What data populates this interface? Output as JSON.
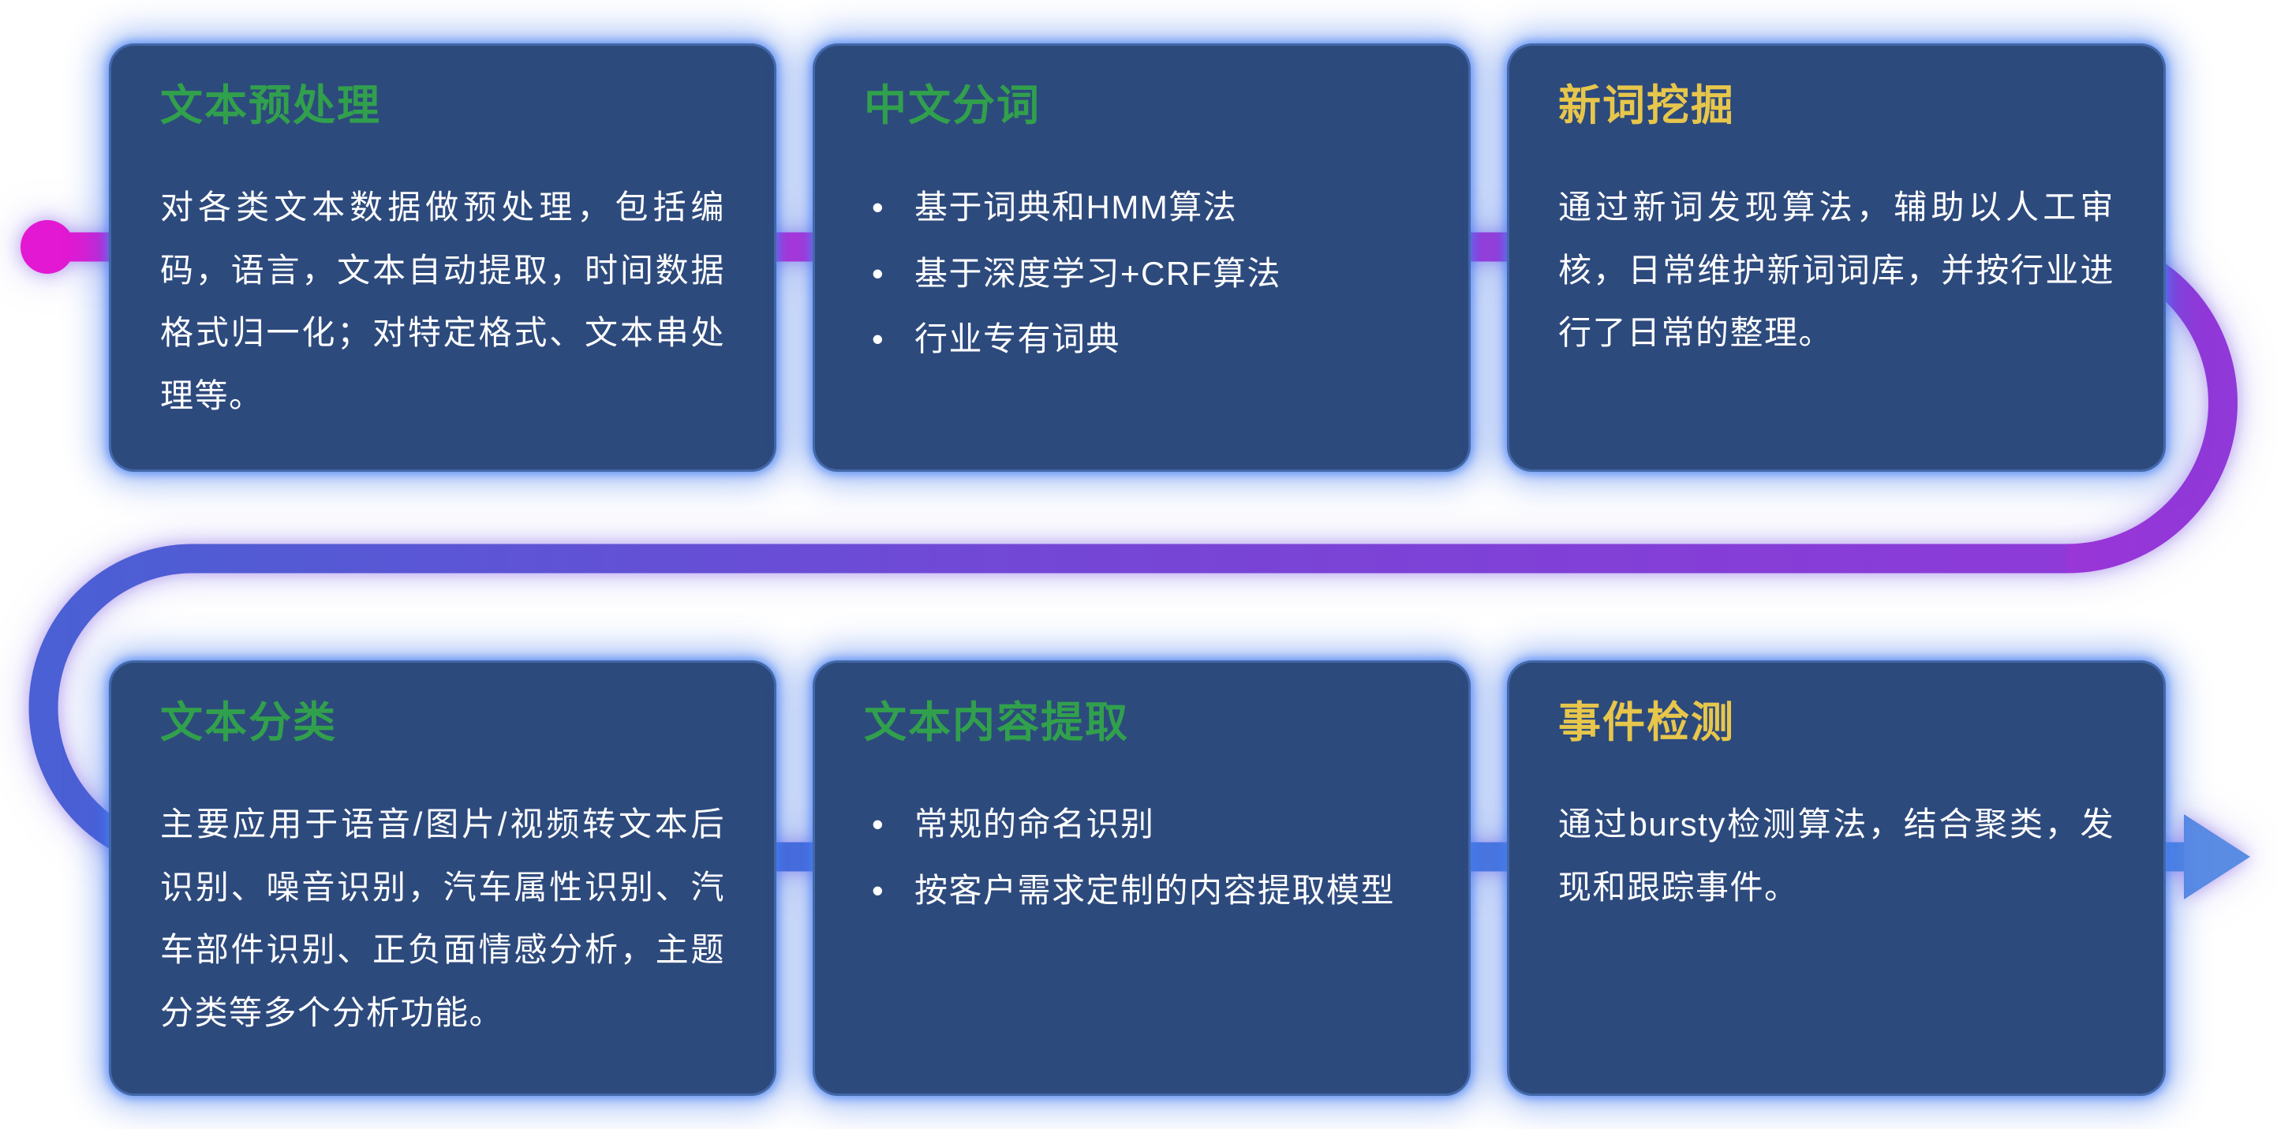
{
  "colors": {
    "card_background": "#2d4a7d",
    "card_glow": "#3f7bf0",
    "title_green": "#31a04c",
    "title_yellow": "#e7c64b",
    "body_text": "#ffffff",
    "flow_magenta": "#e318d2",
    "flow_magenta_mid": "#c32ad4",
    "flow_purple": "#9138d8",
    "flow_purple_blue": "#7347d6",
    "flow_blue": "#4a60d4",
    "flow_blue_light": "#5488e2",
    "arrow_blue": "#5b8ce4",
    "start_dot": "#e318d2"
  },
  "flow": {
    "start_marker": "magenta-dot",
    "end_marker": "right-arrow"
  },
  "cards": [
    {
      "title": "文本预处理",
      "title_color": "green",
      "body": "对各类文本数据做预处理，包括编码，语言，文本自动提取，时间数据格式归一化；对特定格式、文本串处理等。",
      "bullets": []
    },
    {
      "title": "中文分词",
      "title_color": "green",
      "body": "",
      "bullets": [
        "基于词典和HMM算法",
        "基于深度学习+CRF算法",
        "行业专有词典"
      ]
    },
    {
      "title": "新词挖掘",
      "title_color": "yellow",
      "body": "通过新词发现算法，辅助以人工审核，日常维护新词词库，并按行业进行了日常的整理。",
      "bullets": []
    },
    {
      "title": "文本分类",
      "title_color": "green",
      "body": "主要应用于语音/图片/视频转文本后识别、噪音识别，汽车属性识别、汽车部件识别、正负面情感分析，主题分类等多个分析功能。",
      "bullets": []
    },
    {
      "title": "文本内容提取",
      "title_color": "green",
      "body": "",
      "bullets": [
        "常规的命名识别",
        "按客户需求定制的内容提取模型"
      ]
    },
    {
      "title": "事件检测",
      "title_color": "yellow",
      "body": "通过bursty检测算法，结合聚类，发现和跟踪事件。",
      "bullets": []
    }
  ]
}
